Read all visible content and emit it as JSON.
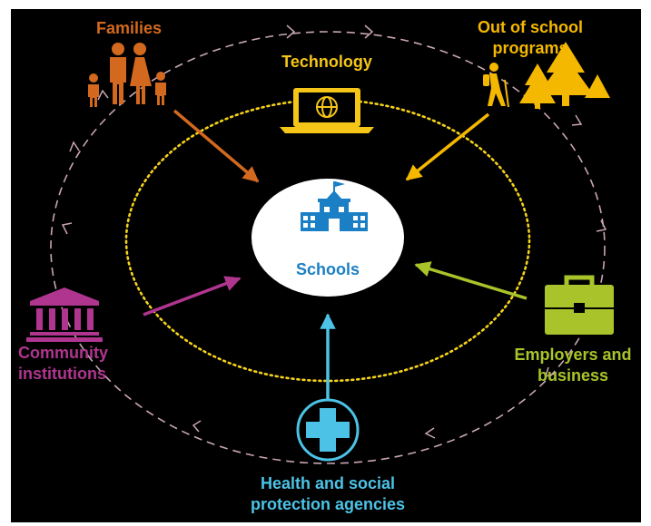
{
  "center": {
    "label": "Schools",
    "color": "#1a7fc4",
    "icon": "school-building-icon"
  },
  "nodes": {
    "families": {
      "label": "Families",
      "color": "#d2691e",
      "icon": "family-icon"
    },
    "technology": {
      "label": "Technology",
      "color": "#f5c518",
      "icon": "laptop-globe-icon"
    },
    "out_of_school": {
      "label_lines": [
        "Out of school",
        "programs"
      ],
      "color": "#f5b800",
      "icon": "hiker-trees-icon"
    },
    "community": {
      "label_lines": [
        "Community",
        "institutions"
      ],
      "color": "#b0358f",
      "icon": "institution-building-icon"
    },
    "employers": {
      "label_lines": [
        "Employers and",
        "business"
      ],
      "color": "#a9c42a",
      "icon": "briefcase-icon"
    },
    "health": {
      "label_lines": [
        "Health and social",
        "protection agencies"
      ],
      "color": "#4cc3e6",
      "icon": "medical-cross-icon"
    }
  },
  "rings": {
    "inner_color": "#f5d31a",
    "outer_color": "#c9a6b4"
  }
}
